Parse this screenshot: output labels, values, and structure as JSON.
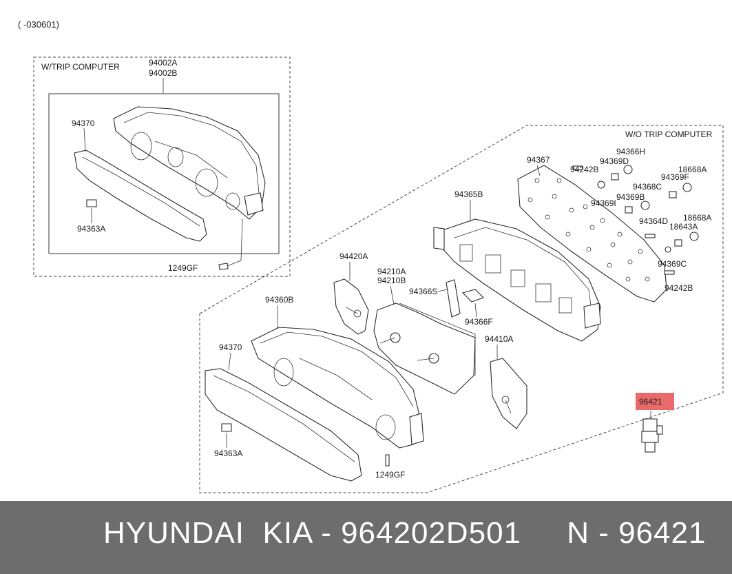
{
  "header": {
    "date_range": "( -030601)"
  },
  "groups": {
    "with_trip": "W/TRIP COMPUTER",
    "without_trip": "W/O TRIP COMPUTER"
  },
  "labels": {
    "p94002A": "94002A",
    "p94002B": "94002B",
    "p94370_top": "94370",
    "p94363A_top": "94363A",
    "p1249GF_top": "1249GF",
    "p94367": "94367",
    "p94242B_top": "94242B",
    "p94366H": "94366H",
    "p94369D": "94369D",
    "p18668A_top": "18668A",
    "p94368C": "94368C",
    "p94369F": "94369F",
    "p94369I": "94369I",
    "p94369B": "94369B",
    "p94364D": "94364D",
    "p18643A": "18643A",
    "p18668A_bot": "18668A",
    "p94369C": "94369C",
    "p94242B_bot": "94242B",
    "p94365B": "94365B",
    "p94420A": "94420A",
    "p94210A": "94210A",
    "p94210B": "94210B",
    "p94366S": "94366S",
    "p94366F": "94366F",
    "p94360B": "94360B",
    "p94370_bot": "94370",
    "p94410A": "94410A",
    "p94363A_bot": "94363A",
    "p1249GF_bot": "1249GF",
    "p96421": "96421"
  },
  "highlight_color": "#e96a6a",
  "footer": {
    "text": "HYUNDAI  KIA - 964202D501     N - 96421"
  }
}
